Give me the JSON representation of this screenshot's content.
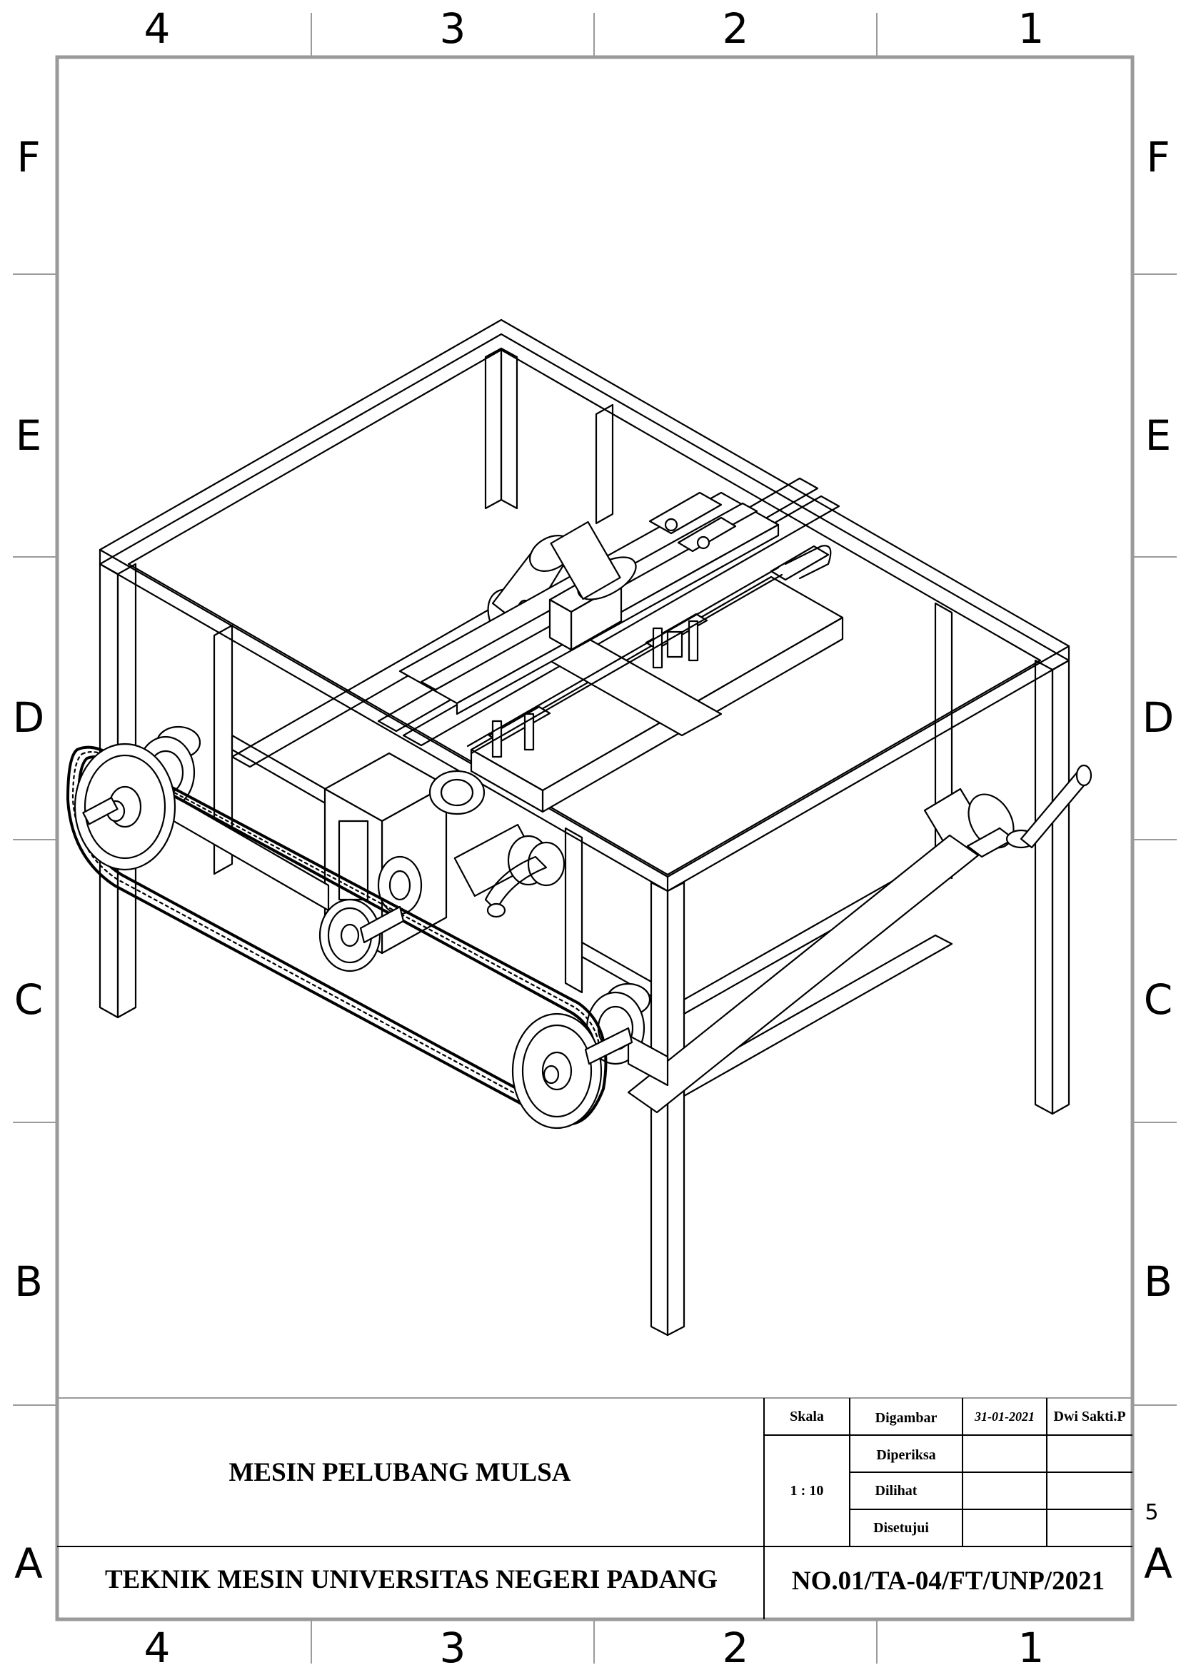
{
  "zones": {
    "columns": [
      "4",
      "3",
      "2",
      "1"
    ],
    "rows": [
      "F",
      "E",
      "D",
      "C",
      "B",
      "A"
    ]
  },
  "title_block": {
    "title": "MESIN PELUBANG MULSA",
    "organization": "TEKNIK MESIN UNIVERSITAS NEGERI PADANG",
    "drawing_number": "NO.01/TA-04/FT/UNP/2021",
    "scale_label": "Skala",
    "scale_value": "1 : 10",
    "drawn_label": "Digambar",
    "drawn_date": "31-01-2021",
    "drawn_by": "Dwi Sakti.P",
    "checked_label": "Diperiksa",
    "seen_label": "Dilihat",
    "approved_label": "Disetujui",
    "sheet_number": "5"
  }
}
